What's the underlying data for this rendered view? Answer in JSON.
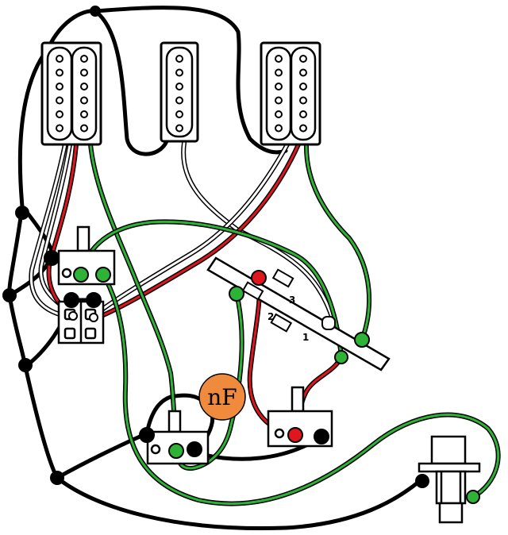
{
  "capacitor": {
    "label": "nF",
    "color": "#f08a3c"
  },
  "switch_positions": [
    "1",
    "2",
    "3"
  ],
  "wire_colors": {
    "ground": "#000000",
    "hot": "#e0161f",
    "signal": "#2fb336",
    "shield": "#ffffff"
  },
  "components": [
    "neck-humbucker",
    "middle-single-coil",
    "bridge-humbucker",
    "push-pull-pot-left",
    "volume-pot",
    "tone-pot",
    "five-way-switch",
    "output-jack"
  ]
}
